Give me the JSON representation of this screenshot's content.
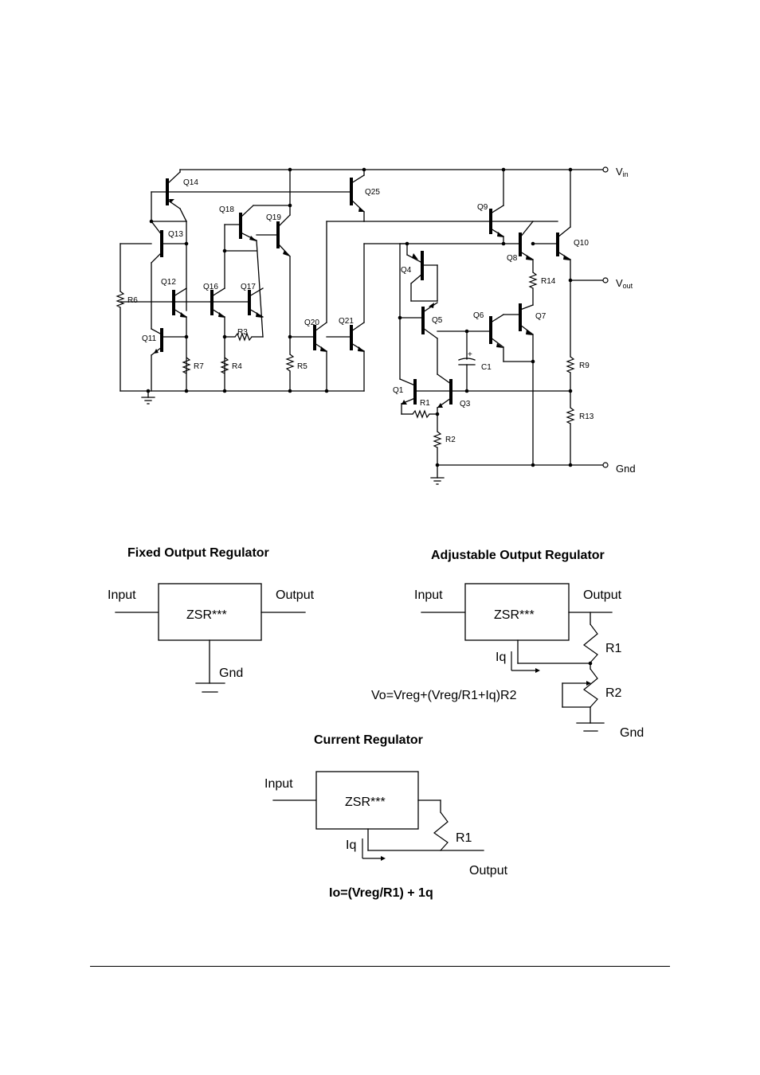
{
  "schematic": {
    "transistors": [
      "Q14",
      "Q25",
      "Q18",
      "Q19",
      "Q13",
      "Q9",
      "Q8",
      "Q10",
      "Q4",
      "Q12",
      "Q16",
      "Q17",
      "Q20",
      "Q21",
      "Q5",
      "Q6",
      "Q7",
      "Q11",
      "Q1",
      "Q3"
    ],
    "resistors": [
      "R6",
      "R3",
      "R7",
      "R4",
      "R5",
      "R14",
      "R9",
      "R13",
      "R1",
      "R2"
    ],
    "capacitors": [
      "C1"
    ],
    "cap_polarity": "+",
    "terminals": {
      "vin": {
        "main": "V",
        "sub": "in"
      },
      "vout": {
        "main": "V",
        "sub": "out"
      },
      "gnd": "Gnd"
    }
  },
  "fixed": {
    "title": "Fixed Output Regulator",
    "input": "Input",
    "device": "ZSR***",
    "output": "Output",
    "gnd": "Gnd"
  },
  "adjustable": {
    "title": "Adjustable Output Regulator",
    "input": "Input",
    "device": "ZSR***",
    "output": "Output",
    "r1": "R1",
    "r2": "R2",
    "iq": "Iq",
    "gnd": "Gnd",
    "formula": "Vo=Vreg+(Vreg/R1+Iq)R2"
  },
  "current": {
    "title": "Current Regulator",
    "input": "Input",
    "device": "ZSR***",
    "r1": "R1",
    "iq": "Iq",
    "output": "Output",
    "formula": "Io=(Vreg/R1) + 1q"
  }
}
